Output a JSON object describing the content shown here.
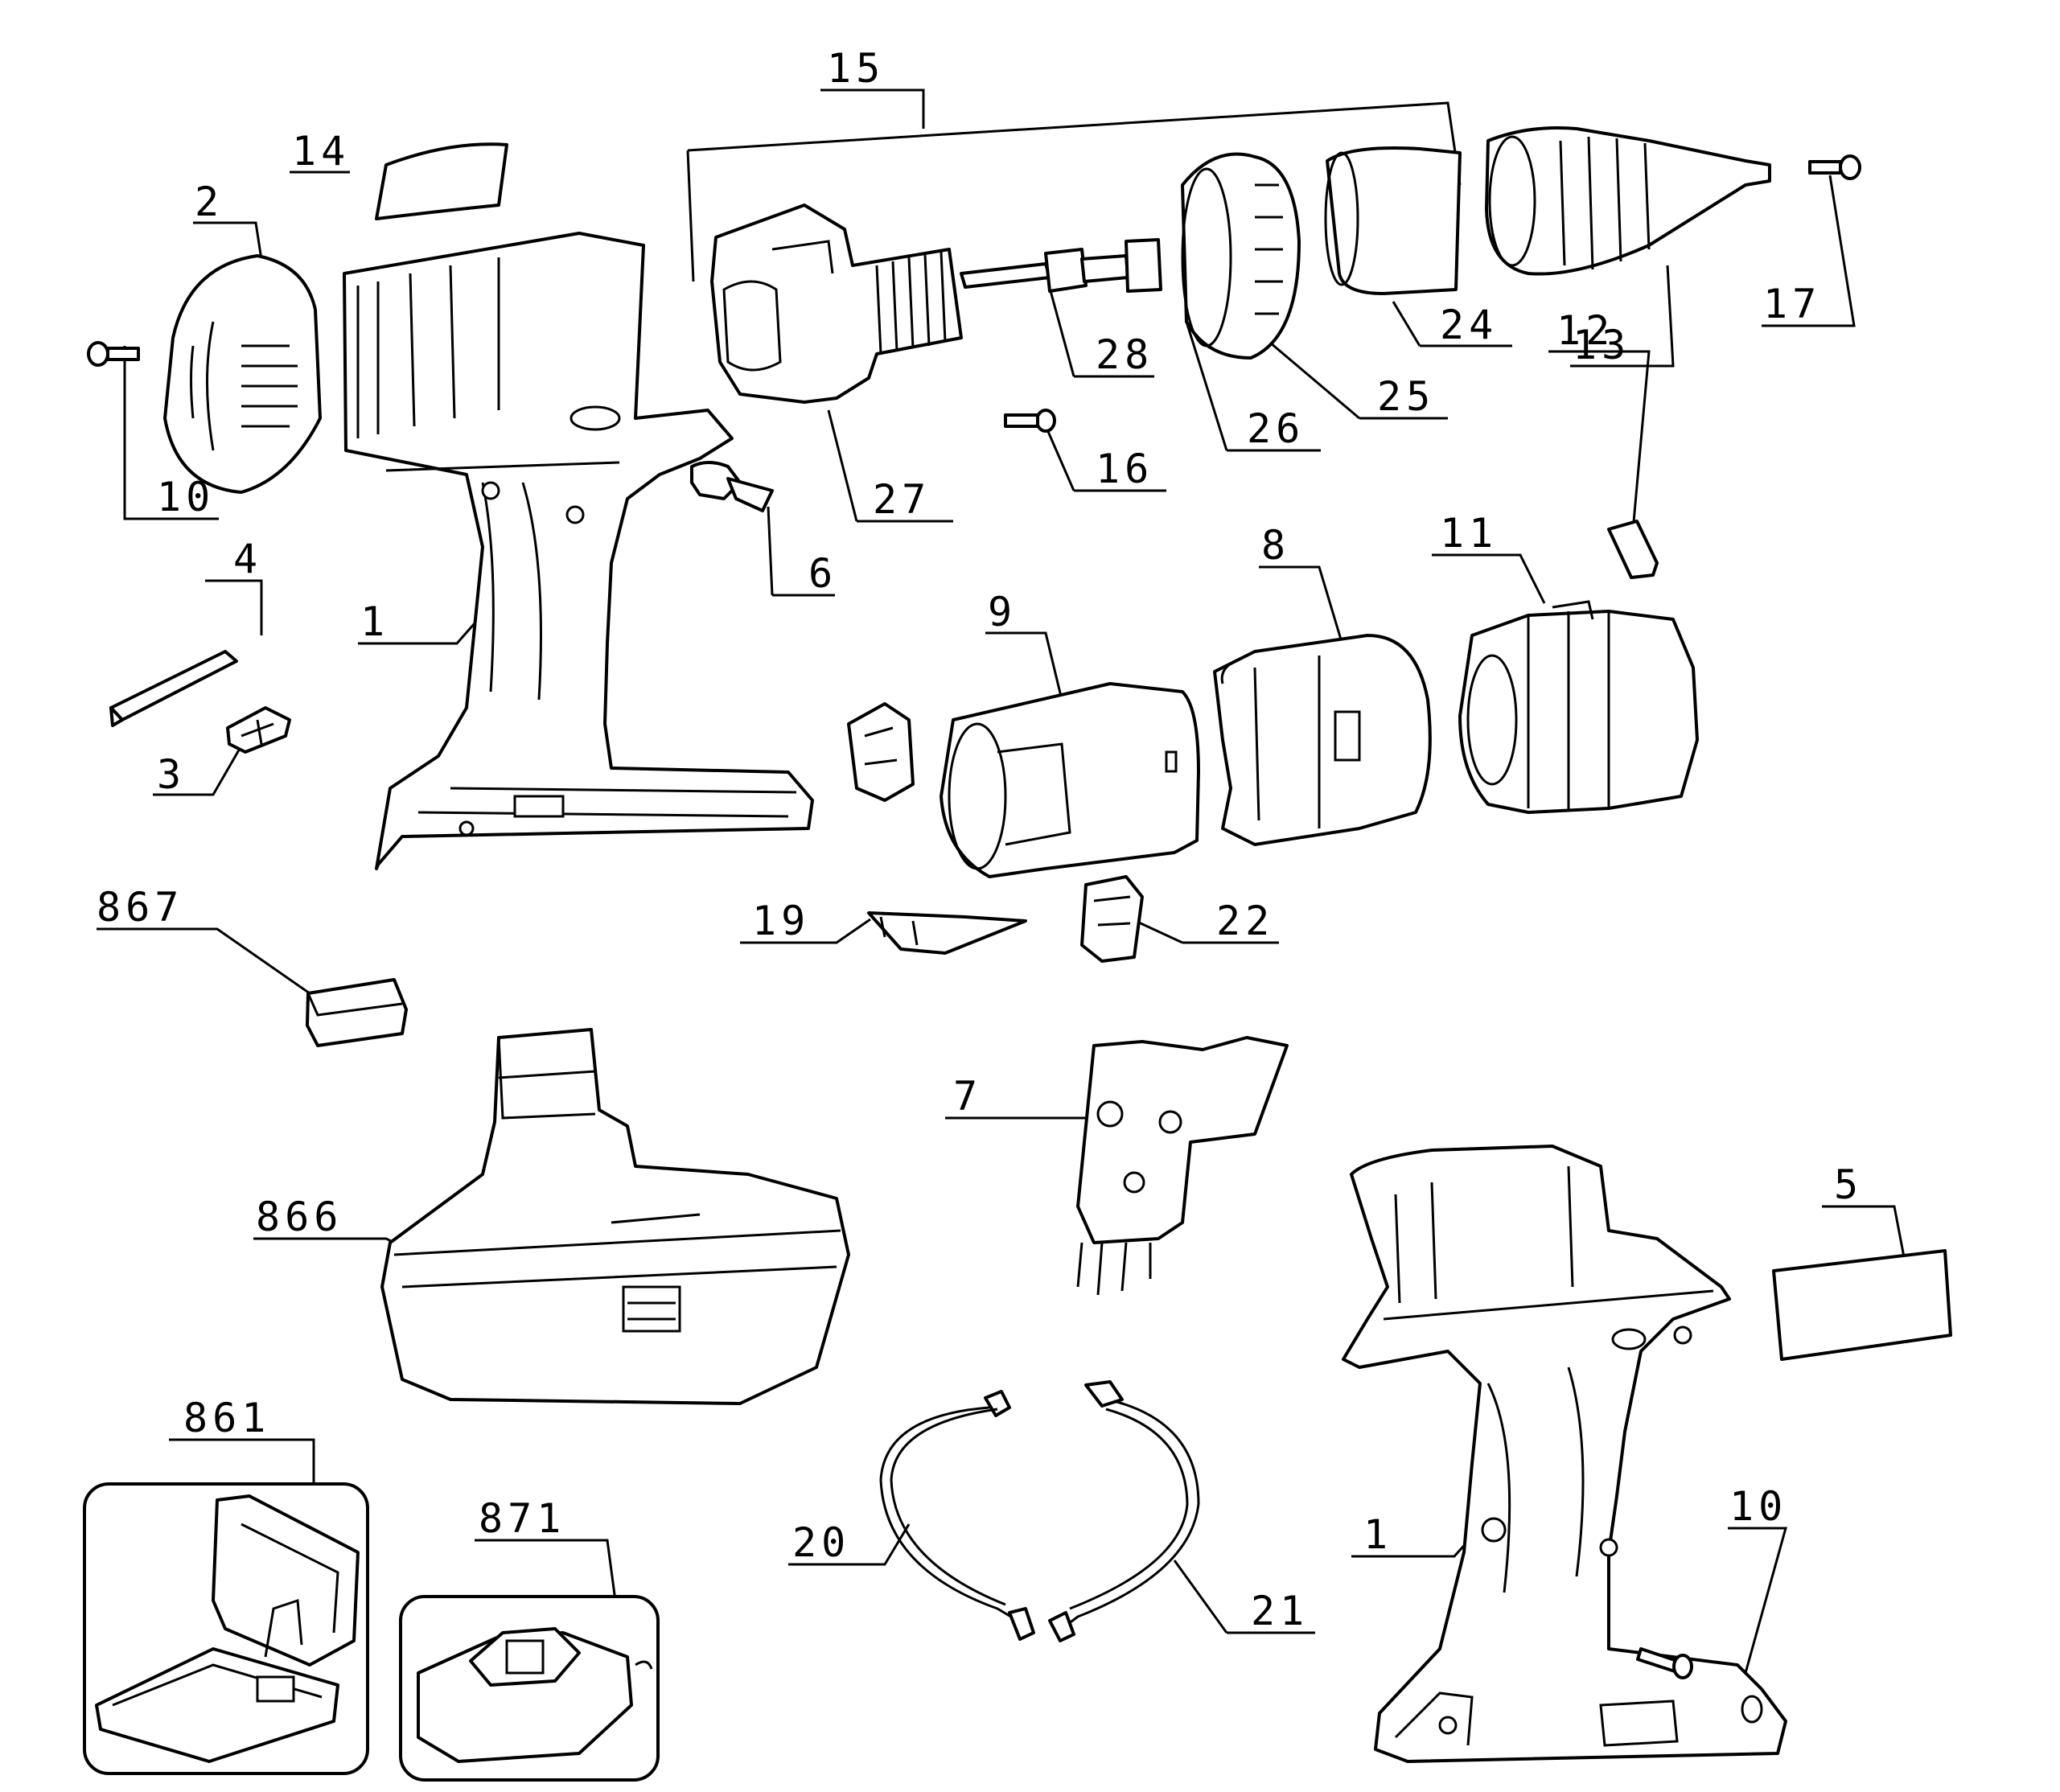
{
  "callouts": [
    {
      "id": "c15",
      "text": "15"
    },
    {
      "id": "c14",
      "text": "14"
    },
    {
      "id": "c2",
      "text": "2"
    },
    {
      "id": "c28",
      "text": "28"
    },
    {
      "id": "c24",
      "text": "24"
    },
    {
      "id": "c13",
      "text": "13"
    },
    {
      "id": "c17",
      "text": "17"
    },
    {
      "id": "c25",
      "text": "25"
    },
    {
      "id": "c26",
      "text": "26"
    },
    {
      "id": "c16",
      "text": "16"
    },
    {
      "id": "c27",
      "text": "27"
    },
    {
      "id": "c10a",
      "text": "10"
    },
    {
      "id": "c12",
      "text": "12"
    },
    {
      "id": "c4",
      "text": "4"
    },
    {
      "id": "c6",
      "text": "6"
    },
    {
      "id": "c8",
      "text": "8"
    },
    {
      "id": "c11",
      "text": "11"
    },
    {
      "id": "c9",
      "text": "9"
    },
    {
      "id": "c1a",
      "text": "1"
    },
    {
      "id": "c3",
      "text": "3"
    },
    {
      "id": "c867",
      "text": "867"
    },
    {
      "id": "c19",
      "text": "19"
    },
    {
      "id": "c22",
      "text": "22"
    },
    {
      "id": "c7",
      "text": "7"
    },
    {
      "id": "c866",
      "text": "866"
    },
    {
      "id": "c5",
      "text": "5"
    },
    {
      "id": "c861",
      "text": "861"
    },
    {
      "id": "c871",
      "text": "871"
    },
    {
      "id": "c10b",
      "text": "10"
    },
    {
      "id": "c20",
      "text": "20"
    },
    {
      "id": "c1b",
      "text": "1"
    },
    {
      "id": "c21",
      "text": "21"
    }
  ]
}
